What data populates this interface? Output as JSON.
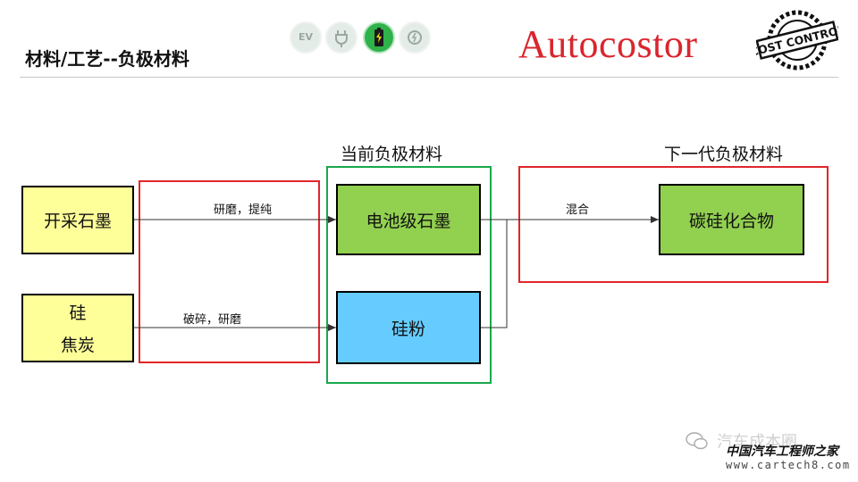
{
  "header": {
    "title": "材料/工艺--负极材料",
    "brand": "Autocostor",
    "badge_text": "COST CONTROL",
    "nav_icons": [
      "ev-icon",
      "plug-icon",
      "battery-icon",
      "charge-cycle-icon"
    ],
    "nav_ev_label": "EV"
  },
  "diagram": {
    "current_label": "当前负极材料",
    "next_label": "下一代负极材料",
    "nodes": {
      "graphite_ore": "开采石墨",
      "silicon": "硅",
      "coke": "焦炭",
      "battery_graphite": "电池级石墨",
      "silicon_powder": "硅粉",
      "carbon_silicon": "碳硅化合物"
    },
    "edges": {
      "grind_purify": "研磨，提纯",
      "crush_grind": "破碎，研磨",
      "mix": "混合"
    }
  },
  "watermark": {
    "line1": "汽车成本圈",
    "line2": "中国汽车工程师之家",
    "line3": "www.cartech8.com"
  },
  "colors": {
    "red_frame": "#e1262b",
    "green_frame": "#19a84a",
    "yellow_fill": "#ffff99",
    "green_fill": "#92d050",
    "blue_fill": "#66ccff",
    "brand": "#d9262e"
  }
}
